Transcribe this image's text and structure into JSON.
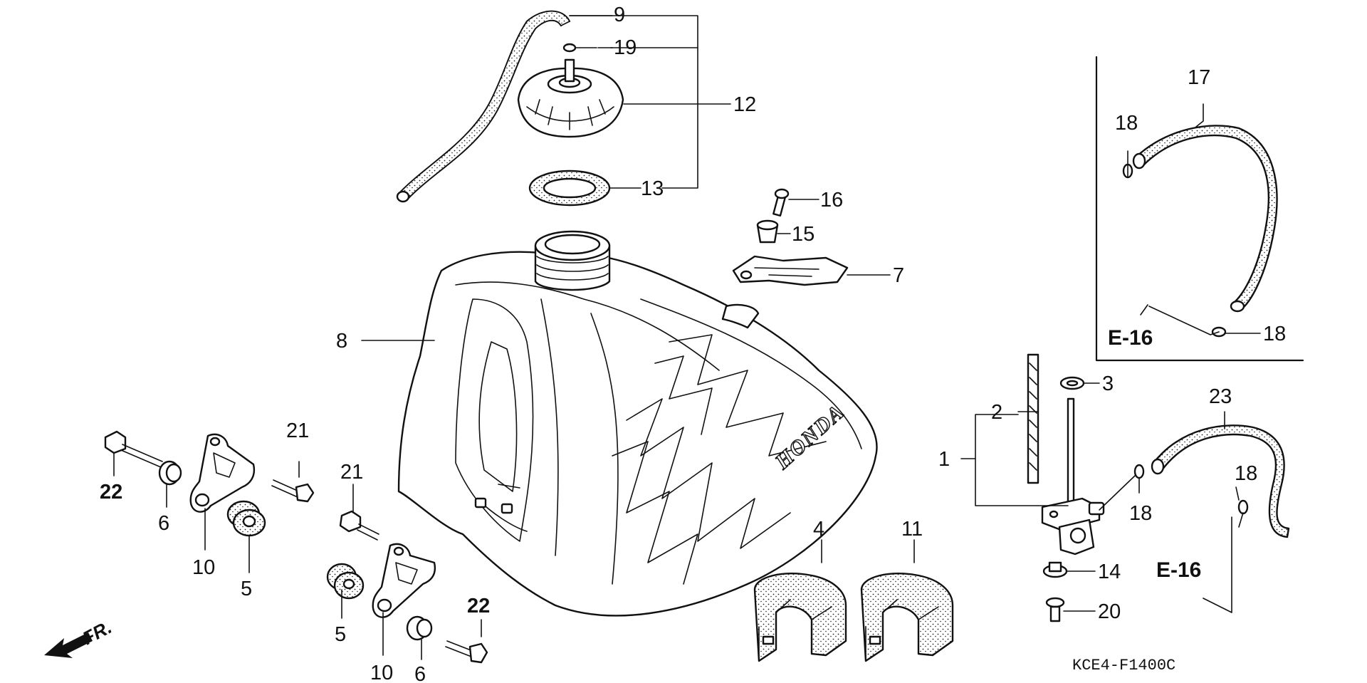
{
  "callouts": {
    "n1": "1",
    "n2": "2",
    "n3": "3",
    "n4": "4",
    "n5a": "5",
    "n5b": "5",
    "n6a": "6",
    "n6b": "6",
    "n7": "7",
    "n8": "8",
    "n9": "9",
    "n10a": "10",
    "n10b": "10",
    "n11": "11",
    "n12": "12",
    "n13": "13",
    "n14": "14",
    "n15": "15",
    "n16": "16",
    "n17": "17",
    "n18a": "18",
    "n18b": "18",
    "n18c": "18",
    "n18d": "18",
    "n19": "19",
    "n20": "20",
    "n21a": "21",
    "n21b": "21",
    "n22a": "22",
    "n22b": "22",
    "n23": "23"
  },
  "references": {
    "e16_top": "E-16",
    "e16_bottom": "E-16"
  },
  "front_marker": "FR.",
  "brand_on_tank": "HONDA",
  "diagram_code": "KCE4-F1400C"
}
